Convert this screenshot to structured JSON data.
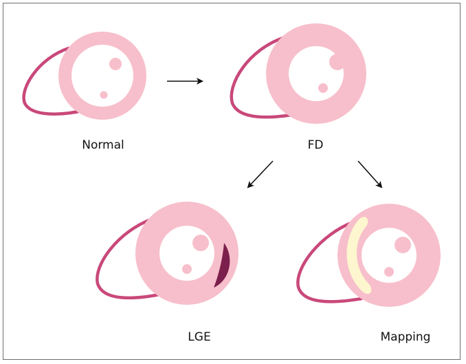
{
  "labels": {
    "normal": "Normal",
    "fd": "FD",
    "lge": "LGE",
    "mapping": "Mapping"
  },
  "colors": {
    "myocardium": "#f7bfcb",
    "cavity": "#ffffff",
    "papillary": "#f7bfcb",
    "right_ventricle": "#c9487a",
    "lge_scar": "#7b1f4c",
    "mapping_region": "#fdf6cf",
    "arrow": "#111111",
    "border": "#6d6d6d"
  }
}
